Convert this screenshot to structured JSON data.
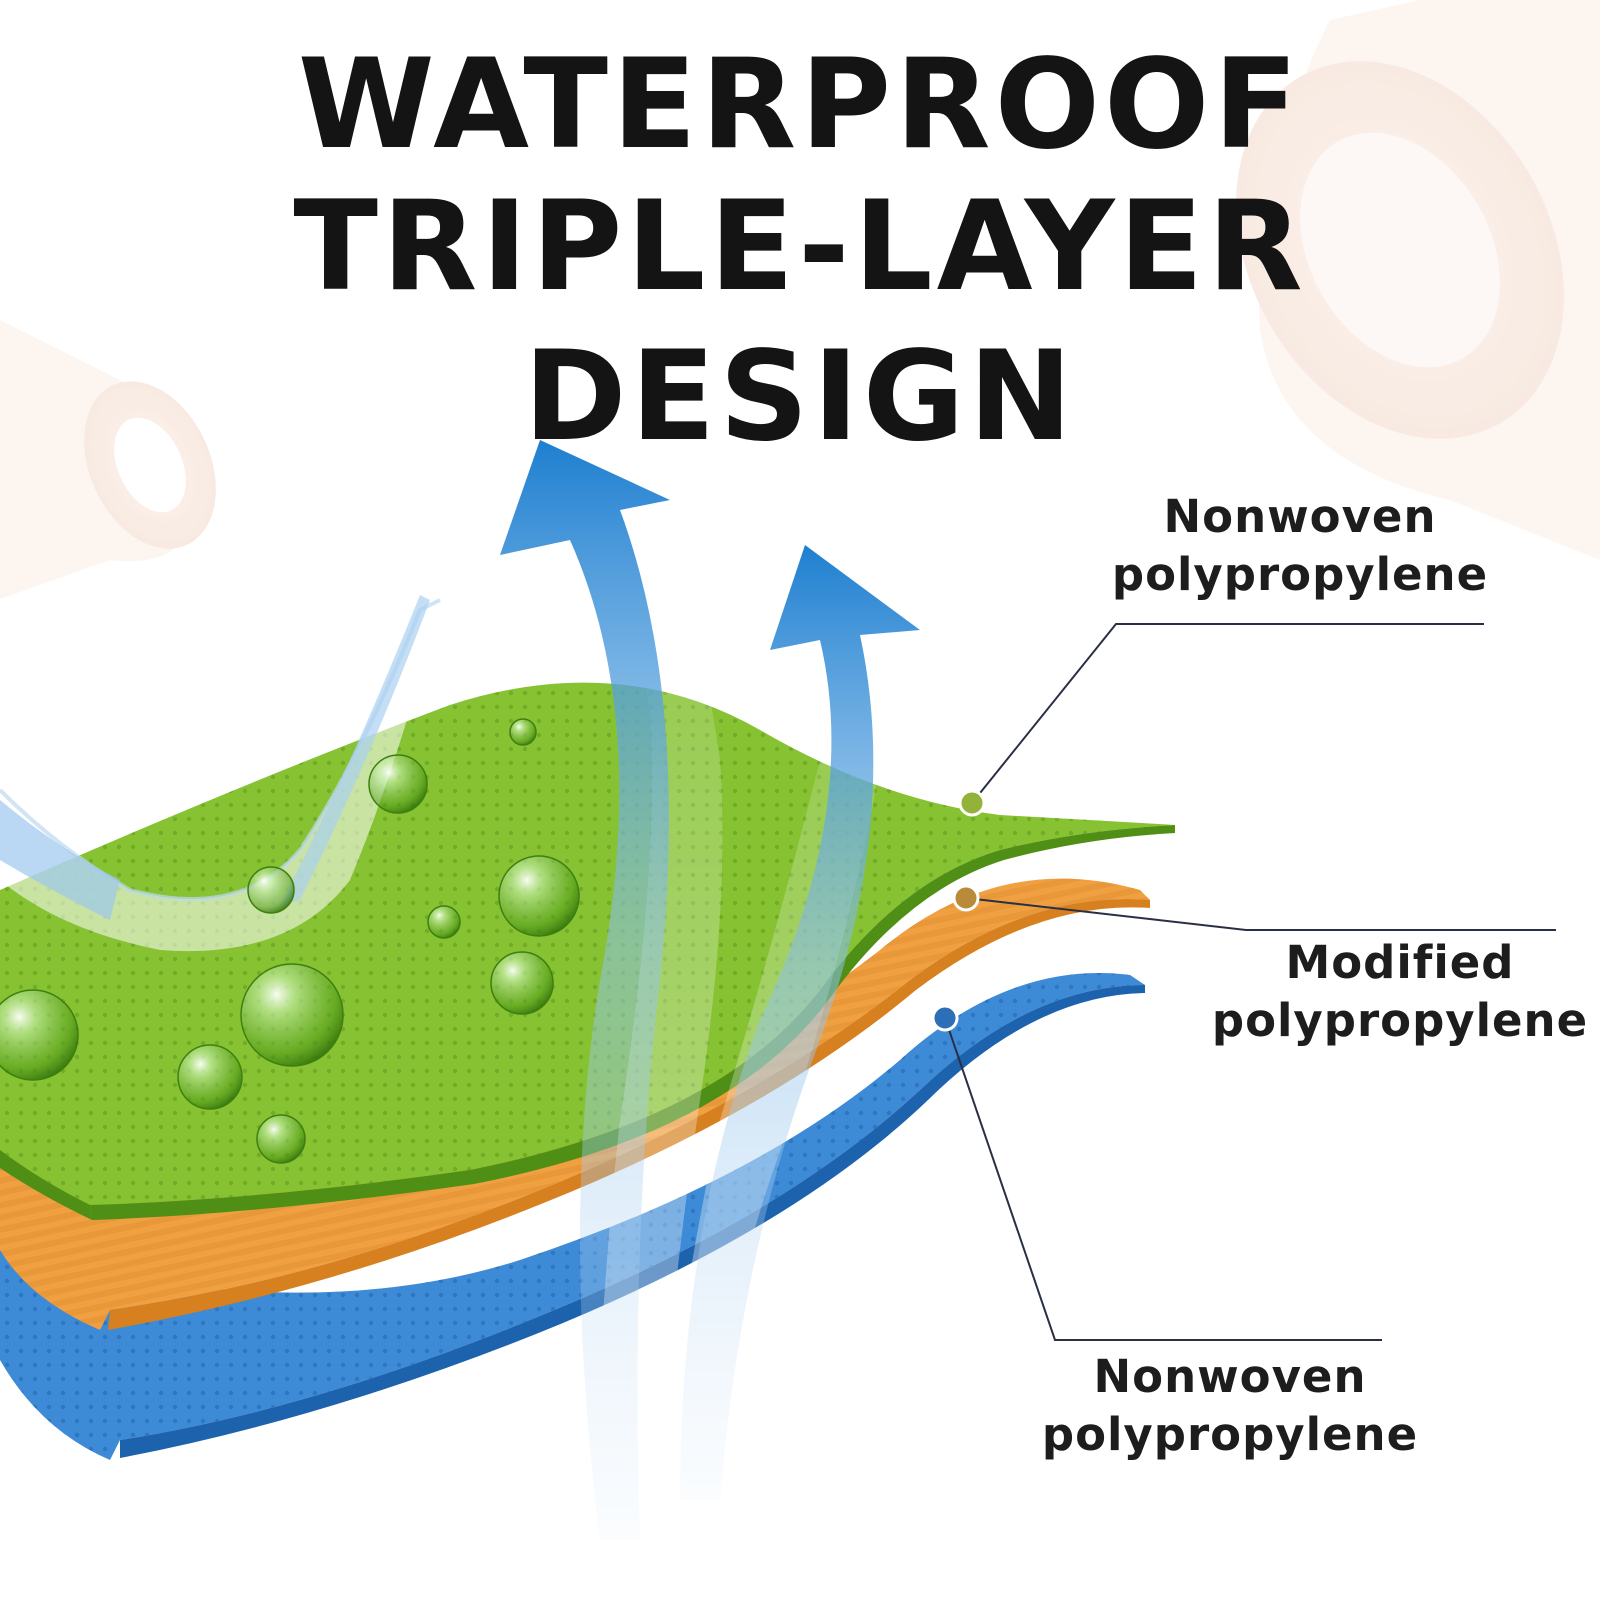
{
  "title": {
    "line1": "WATERPROOF",
    "line2": "TRIPLE-LAYER DESIGN"
  },
  "layers": [
    {
      "name": "Nonwoven",
      "material": "polypropylene",
      "color": "#7cb82f",
      "position": "top"
    },
    {
      "name": "Modified",
      "material": "polypropylene",
      "color": "#f0a040",
      "position": "middle"
    },
    {
      "name": "Nonwoven",
      "material": "polypropylene",
      "color": "#3d8ad6",
      "position": "bottom"
    }
  ],
  "colors": {
    "green_layer": "#7cb82f",
    "orange_layer": "#f0a040",
    "blue_layer": "#3d8ad6",
    "arrow_blue": "#1e7fd0",
    "leader_line": "#2a2f45"
  },
  "icons": [
    "water-droplet-icon",
    "airflow-arrow-icon",
    "fabric-roll-icon"
  ]
}
